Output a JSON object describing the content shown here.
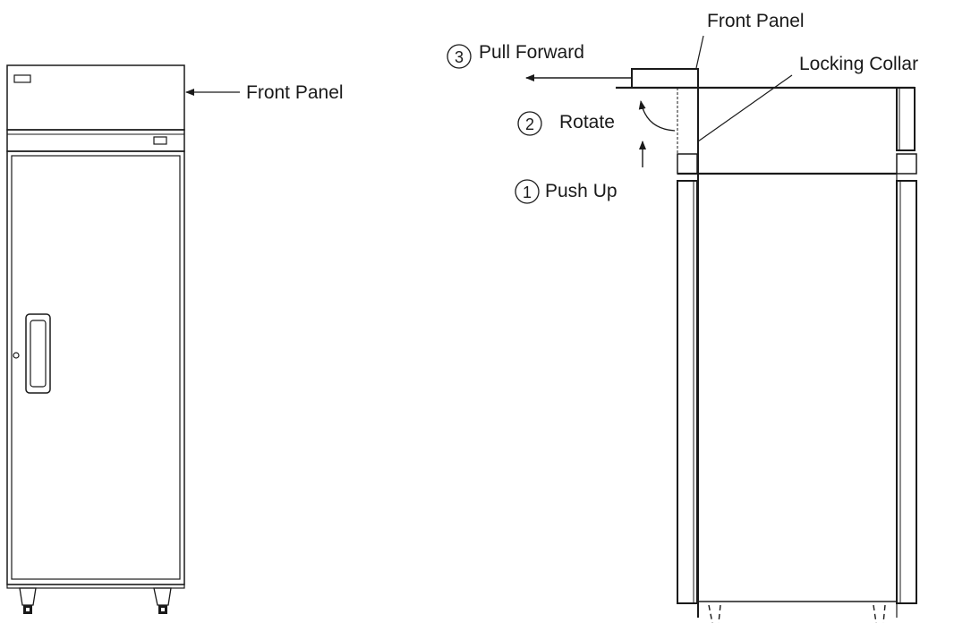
{
  "left_view": {
    "front_panel_label": "Front Panel"
  },
  "right_view": {
    "front_panel_label": "Front Panel",
    "locking_collar_label": "Locking Collar",
    "steps": [
      {
        "number": "3",
        "label": "Pull Forward"
      },
      {
        "number": "2",
        "label": "Rotate"
      },
      {
        "number": "1",
        "label": "Push Up"
      }
    ]
  }
}
